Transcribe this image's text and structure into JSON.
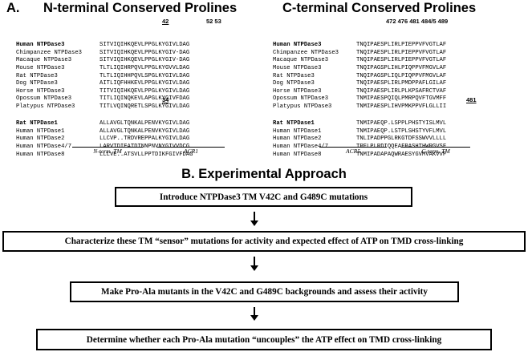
{
  "panel_a": {
    "label": "A.",
    "left_title": "N-terminal Conserved Prolines",
    "right_title": "C-terminal Conserved Prolines",
    "left_positions": [
      {
        "text": "42"
      },
      {
        "text": "52 53"
      }
    ],
    "left_positions_2": [
      {
        "text": "34"
      }
    ],
    "right_positions": [
      {
        "text": "472 476  481  484/5  489"
      }
    ],
    "right_positions_2": [
      {
        "text": "481"
      }
    ],
    "left_group1": [
      {
        "name": "Human NTPDase3",
        "seq": "SITVIQIHKQEVLPPGLKYGIVLDAG"
      },
      {
        "name": "Chimpanzee NTPDase3",
        "seq": "SITVIQIHKQEVLPPGLKYGIV-DAG"
      },
      {
        "name": "Macaque NTPDase3",
        "seq": "SITVIQIHKQEVLPPGLKYGIV-DAG"
      },
      {
        "name": "Mouse NTPDase3",
        "seq": "TLTLIQIHRPQVLPPGLKYGVVLDAG"
      },
      {
        "name": "Rat NTPDase3",
        "seq": "TLTLIQIHHPQVLSPGLKYGIVLDAG"
      },
      {
        "name": "Dog NTPDase3",
        "seq": "AITLIQFHHKEVLPPGLKYGIVLDAG"
      },
      {
        "name": "Horse NTPDase3",
        "seq": "TITVIQIHKQEVLPPGLKYGIVLDAG"
      },
      {
        "name": "Opossum NTPDase3",
        "seq": "TITLIQINQKEVLAPGLKYGIVFDAG"
      },
      {
        "name": "Platypus NTPDase3",
        "seq": "TITLVQINQRETLSPGLKYGIVLDAG"
      }
    ],
    "left_group2": [
      {
        "name": "Rat NTPDase1",
        "seq": "ALLAVGLTQNKALPENVKYGIVLDAG"
      },
      {
        "name": "Human NTPDase1",
        "seq": "ALLAVGLTQNKALPENVKYGIVLDAG"
      },
      {
        "name": "Human NTPDase2",
        "seq": "LLCVP..TRDVREPPALKYGIVLDAG"
      },
      {
        "name": "Human NTPDase4/7",
        "seq": "LARVTDIEATDTNNPNVNYGIVVDCG"
      },
      {
        "name": "Human NTPDase8",
        "seq": "LLLVE..ATSVLLPPTDIKFGIVFDAG"
      }
    ],
    "right_group1": [
      {
        "name": "Human NTPDase3",
        "seq": "TNQIPAESPLIRLPIEPPVFVGTLAF"
      },
      {
        "name": "Chimpanzee NTPDase3",
        "seq": "TNQIPAESPLIRLPIEPPVFVGTLAF"
      },
      {
        "name": "Macaque NTPDase3",
        "seq": "TNQIPAESPLIRLPIEPPVFVGTLAF"
      },
      {
        "name": "Mouse NTPDase3",
        "seq": "TNQIPAGSPLIHLPIQPPVFMGVLAF"
      },
      {
        "name": "Rat NTPDase3",
        "seq": "TNQIPAGSPLIQLPIQPPVFMGVLAF"
      },
      {
        "name": "Dog NTPDase3",
        "seq": "TNQIPAESPLIRLPMDPPAFLGILAF"
      },
      {
        "name": "Horse NTPDase3",
        "seq": "TNQIPAESPLIRLPLKPSAFRCTVAF"
      },
      {
        "name": "Opossum NTPDase3",
        "seq": "TNMIPAESPQIQLPMRPQVFTGVMFF"
      },
      {
        "name": "Platypus NTPDase3",
        "seq": "TNMIPAESPLIHVPMKPPVFLGLLII"
      }
    ],
    "right_group2": [
      {
        "name": "Rat NTPDase1",
        "seq": "TNMIPAEQP.LSPPLPHSTYISLMVL"
      },
      {
        "name": "Human NTPDase1",
        "seq": "TNMIPAEQP.LSTPLSHSTYVFLMVL"
      },
      {
        "name": "Human NTPDase2",
        "seq": "TNLIPADPPGLRKGTDFSSWVVLLLL"
      },
      {
        "name": "Human NTPDase4/7",
        "seq": "TRFLPLRDIQQEAFRASHTHWRGVSF"
      },
      {
        "name": "Human NTPDase8",
        "seq": "TNMIPADAPAQWRAESYGVMVAKVVF"
      }
    ],
    "regions": {
      "left_tm": "N-term. TM",
      "left_acr": "ACR1",
      "right_acr": "ACR5",
      "right_tm": "C-term. TM"
    }
  },
  "panel_b": {
    "title": "B. Experimental Approach",
    "steps": [
      "Introduce NTPDase3 TM V42C and G489C mutations",
      "Characterize these TM “sensor” mutations for activity and expected effect of ATP on TMD cross-linking",
      "Make Pro-Ala mutants in the V42C and G489C backgrounds and assess their activity",
      "Determine whether each Pro-Ala mutation “uncouples” the ATP effect on TMD cross-linking"
    ]
  }
}
